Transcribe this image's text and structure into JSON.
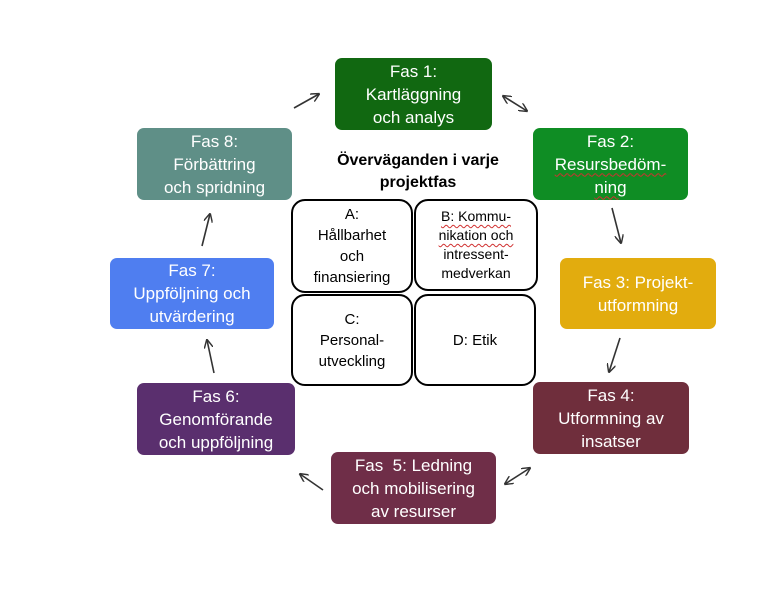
{
  "center": {
    "title_lines": [
      "Överväganden i varje",
      "projektfas"
    ],
    "boxes": [
      {
        "id": "A",
        "lines": [
          "A:",
          "Hållbarhet",
          "och",
          "finansiering"
        ]
      },
      {
        "id": "B",
        "lines": [
          "B: Kommu-",
          "nikation och",
          "intressent-",
          "medverkan"
        ]
      },
      {
        "id": "C",
        "lines": [
          "C:",
          "Personal-",
          "utveckling"
        ]
      },
      {
        "id": "D",
        "lines": [
          "D: Etik"
        ]
      }
    ]
  },
  "phases": [
    {
      "id": 1,
      "lines": [
        "Fas 1:",
        "Kartläggning",
        "och analys"
      ],
      "color": "#116811"
    },
    {
      "id": 2,
      "lines": [
        "Fas 2:",
        "Resursbedöm-",
        "ning"
      ],
      "color": "#0f8d24"
    },
    {
      "id": 3,
      "lines": [
        "Fas 3: Projekt-",
        "utformning"
      ],
      "color": "#e2ac0e"
    },
    {
      "id": 4,
      "lines": [
        "Fas 4:",
        "Utformning av",
        "insatser"
      ],
      "color": "#6f2e3c"
    },
    {
      "id": 5,
      "lines": [
        "Fas  5: Ledning",
        "och mobilisering",
        "av resurser"
      ],
      "color": "#6f2e48"
    },
    {
      "id": 6,
      "lines": [
        "Fas 6:",
        "Genomförande",
        "och uppföljning"
      ],
      "color": "#5a2f6e"
    },
    {
      "id": 7,
      "lines": [
        "Fas 7:",
        "Uppföljning och",
        "utvärdering"
      ],
      "color": "#4f7ef0"
    },
    {
      "id": 8,
      "lines": [
        "Fas 8:",
        "Förbättring",
        "och spridning"
      ],
      "color": "#5f8f87"
    }
  ],
  "arrow_color": "#333333"
}
